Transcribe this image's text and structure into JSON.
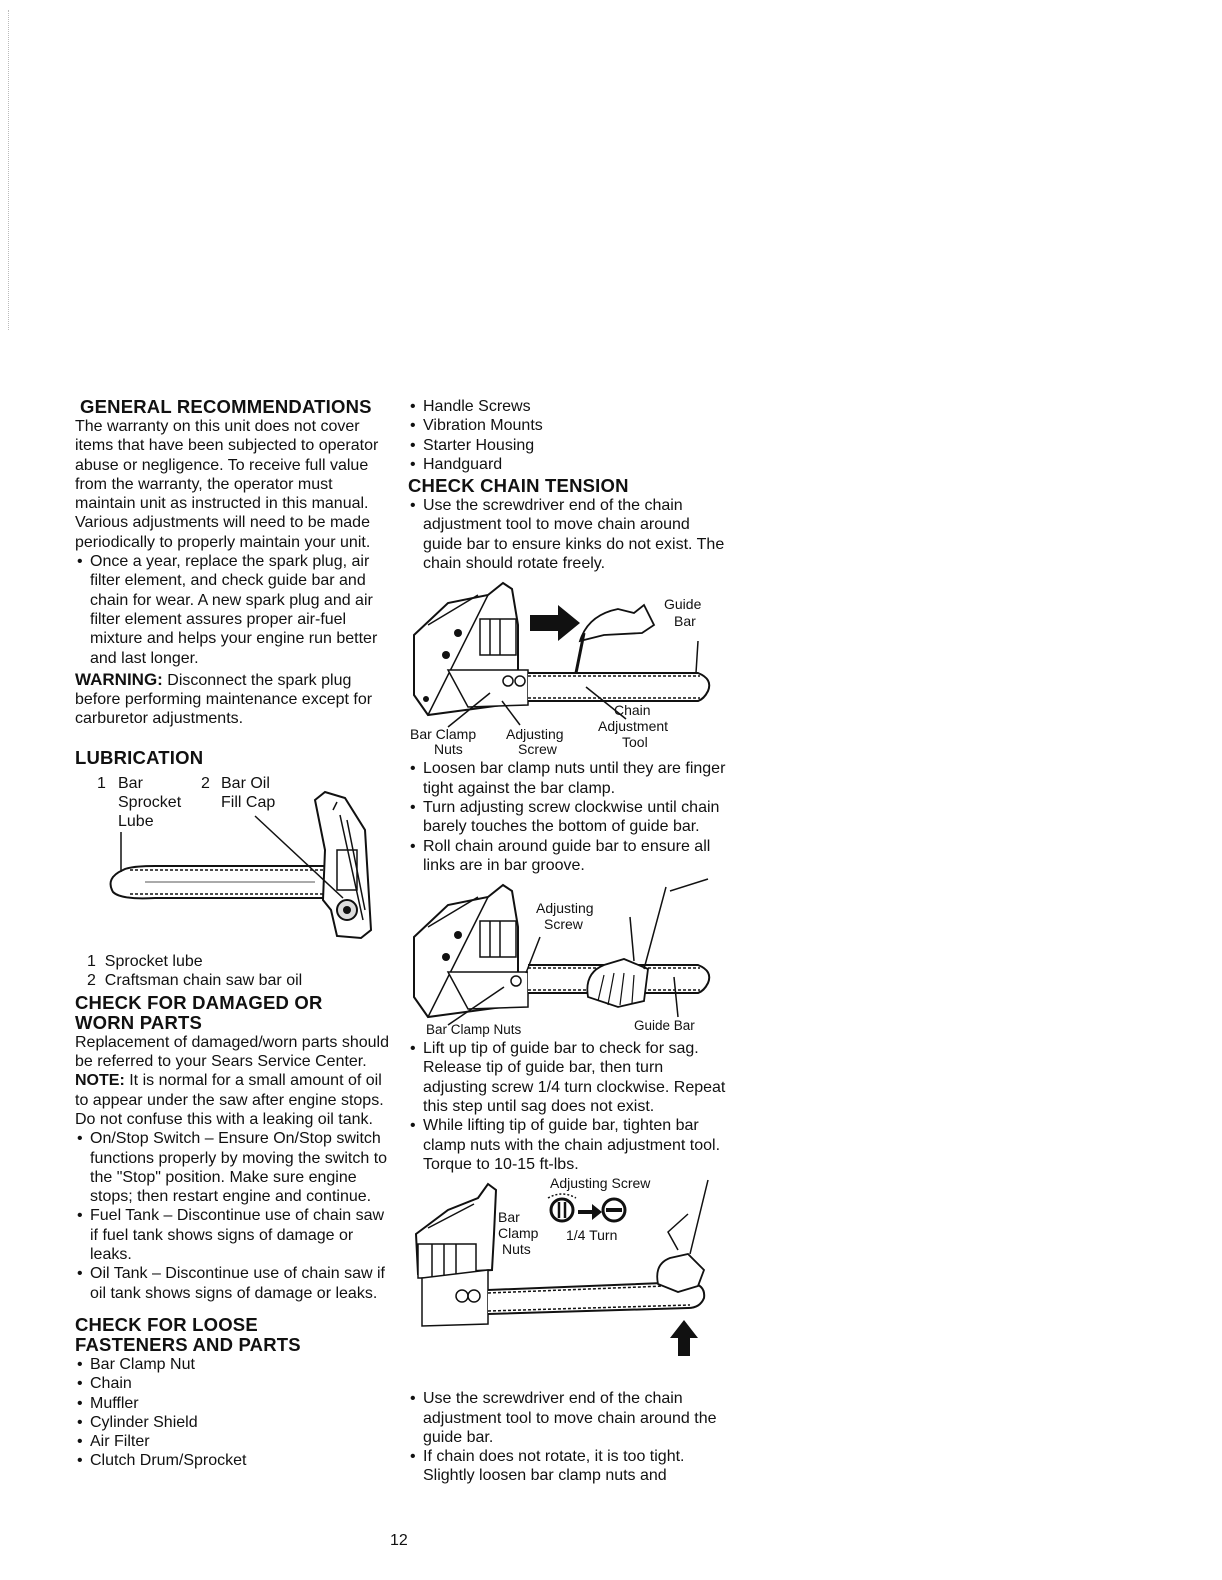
{
  "general": {
    "heading": "GENERAL RECOMMENDATIONS",
    "body": "The warranty on this unit does not cover items that have been subjected to operator abuse or negligence. To receive full value from the warranty, the operator must maintain unit as instructed in this manual. Various adjustments will need to be made periodically to properly maintain your unit.",
    "bullet": "Once a year, replace the spark plug, air filter element, and check guide bar and chain for wear. A new spark plug and air filter element assures proper air-fuel mixture and helps your engine run better and last longer.",
    "warning_label": "WARNING:",
    "warning_text": " Disconnect the spark plug before performing maintenance except for carburetor adjustments."
  },
  "lubrication": {
    "heading": "LUBRICATION",
    "fig": {
      "n1": "1",
      "l1a": "Bar",
      "l1b": "Sprocket",
      "l1c": "Lube",
      "n2": "2",
      "l2a": "Bar Oil",
      "l2b": "Fill Cap"
    },
    "items": [
      {
        "num": "1",
        "text": "Sprocket lube"
      },
      {
        "num": "2",
        "text": "Craftsman chain saw bar oil"
      }
    ]
  },
  "damaged": {
    "heading_1": "CHECK FOR DAMAGED OR",
    "heading_2": "WORN PARTS",
    "body": "Replacement of damaged/worn parts should be referred to your Sears Service Center.",
    "note_label": "NOTE:",
    "note_text": " It is normal for a small amount of oil to appear under the saw after engine stops. Do not confuse this with a leaking oil tank.",
    "bullets": [
      "On/Stop Switch – Ensure On/Stop switch functions properly by moving the switch to the \"Stop\" position. Make sure engine stops; then restart engine and continue.",
      "Fuel Tank – Discontinue use of chain saw if fuel tank shows signs of damage or leaks.",
      "Oil Tank – Discontinue use of chain saw if oil tank shows signs of damage or leaks."
    ]
  },
  "loose": {
    "heading_1": "CHECK FOR LOOSE",
    "heading_2": "FASTENERS AND PARTS",
    "items": [
      "Bar Clamp Nut",
      "Chain",
      "Muffler",
      "Cylinder Shield",
      "Air Filter",
      "Clutch Drum/Sprocket",
      "Handle Screws",
      "Vibration Mounts",
      "Starter Housing",
      "Handguard"
    ]
  },
  "tension": {
    "heading": "CHECK CHAIN TENSION",
    "bullet1": "Use the screwdriver end of the chain adjustment tool to move chain around guide bar to ensure kinks do not exist. The chain should rotate freely.",
    "fig1": {
      "guide_1": "Guide",
      "guide_2": "Bar",
      "chain_1": "Chain",
      "chain_2": "Adjustment",
      "chain_3": "Tool",
      "clamp_1": "Bar Clamp",
      "clamp_2": "Nuts",
      "adj_1": "Adjusting",
      "adj_2": "Screw"
    },
    "bullets2": [
      "Loosen bar clamp nuts until they are finger tight against the bar clamp.",
      "Turn adjusting screw clockwise until chain barely touches the bottom of guide bar.",
      "Roll chain around guide bar to ensure all links are in bar groove."
    ],
    "fig2": {
      "adj_1": "Adjusting",
      "adj_2": "Screw",
      "clamp": "Bar Clamp Nuts",
      "guide": "Guide Bar"
    },
    "bullets3": [
      "Lift up tip of guide bar to check for sag. Release tip of guide bar, then turn adjusting screw 1/4 turn clockwise. Repeat this step until sag does not exist.",
      "While lifting tip of guide bar, tighten bar clamp nuts with the chain adjustment tool. Torque to 10-15 ft-lbs."
    ],
    "fig3": {
      "adj": "Adjusting Screw",
      "bar": "Bar",
      "clamp": "Clamp",
      "nuts": "Nuts",
      "turn": "1/4 Turn"
    },
    "bullets4": [
      "Use the screwdriver end of the chain adjustment tool to move chain around the guide bar.",
      "If chain does not rotate, it is too tight. Slightly loosen bar clamp nuts and"
    ]
  },
  "page_number": "12"
}
